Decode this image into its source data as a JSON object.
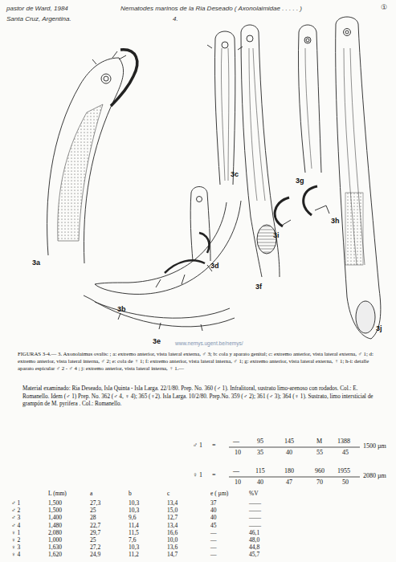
{
  "diagram": {
    "caption": "FIGURAS 3-4.— 3. Axonolaimus ovalis: ; a: extremo anterior, vista lateral externa, ♂ 3; b: cola y aparato genital; c: extremo anterior, vista lateral externa, ♂ 1; d: extremo anterior, vista lateral interna, ♂ 2; e: cola de ♀ 1; f: extremo anterior, vista lateral interna, ♂ 1; g: extremo anterior, vista lateral externa, ♀ 1; h-i: detalle aparato espicular ♂ 2 - ♂ 4 ; j: extremo anterior, vista lateral interna, ♀ 1.—",
    "labels": [
      "pastor de Ward, 1984",
      "Nematodes marinos de la Ria Deseado ( Axonolaimidae . . . . . )",
      "Santa Cruz, Argentina.",
      "4.",
      "①",
      "3a",
      "3b",
      "3c",
      "3d",
      "3e",
      "3f",
      "3g",
      "3h",
      "3i",
      "3j",
      "www.nemys.ugent.be/nemys/",
      "Material examinado: Ria Deseado, Isla Quinta - Isla Larga. 22/1/80. Prep. No. 360 (♂ 1). Infralitoral, sustrato limo-arenoso con rodados. Col.: E. Romanello. Idem (♂ 1) Prep. No. 362 (♂ 4, ♀ 4); 365 (♀2). Isla Larga. 10/2/80. Prep.No. 359 (♂ 2); 361 (♂ 3); 364 (♀ 1). Sustrato, limo intersticial de grampón de M. pyrifera . Col.: Romanello.",
      "♂ 1",
      "=",
      "—",
      "95",
      "145",
      "M",
      "1388",
      "1500 µm",
      "10",
      "35",
      "40",
      "55",
      "45",
      "♀ 1",
      "=",
      "—",
      "115",
      "180",
      "960",
      "1955",
      "2080 µm",
      "10",
      "40",
      "47",
      "70",
      "50",
      "L (mm)",
      "a",
      "b",
      "c",
      "e ( µm)",
      "%V",
      "♂ 1",
      "1,500",
      "27,3",
      "10,3",
      "13,4",
      "37",
      "——",
      "♂ 2",
      "1,500",
      "25",
      "10,3",
      "15,0",
      "40",
      "——",
      "♂ 3",
      "1,400",
      "28",
      "9,6",
      "12,7",
      "40",
      "——",
      "♂ 4",
      "1,480",
      "22,7",
      "11,4",
      "13,4",
      "45",
      "——",
      "♀ 1",
      "2,080",
      "29,7",
      "11,5",
      "16,6",
      "—",
      "46,1",
      "♀ 2",
      "1,000",
      "25",
      "7,6",
      "10,0",
      "—",
      "48,0",
      "♀ 3",
      "1,630",
      "27,2",
      "10,3",
      "13,6",
      "—",
      "44,8",
      "♀ 4",
      "1,620",
      "24,9",
      "11,2",
      "14,7",
      "—",
      "45,7"
    ]
  }
}
